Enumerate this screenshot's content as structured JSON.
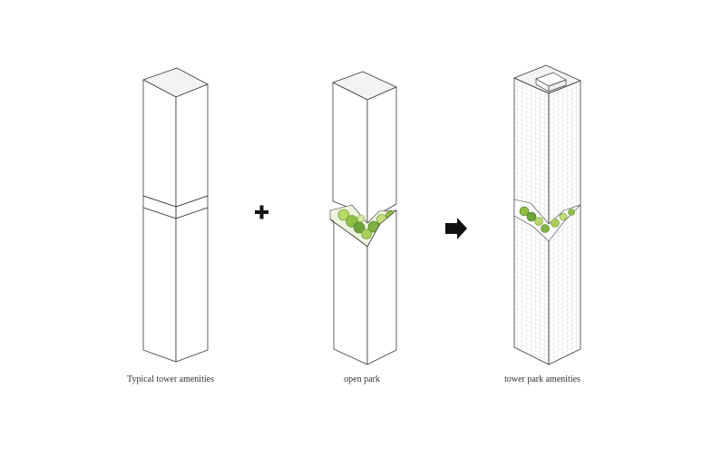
{
  "captions": {
    "typical": "Typical tower amenities",
    "open_park": "open park",
    "tower_park": "tower park amenities"
  },
  "operators": {
    "plus": "plus-icon",
    "arrow": "arrow-right-icon"
  },
  "colors": {
    "glass_band": "#b9d3ea",
    "foliage_light": "#b8d86a",
    "foliage_dark": "#5e8a2c",
    "outline": "#3a3a3a",
    "grid": "#c9c9c9"
  }
}
